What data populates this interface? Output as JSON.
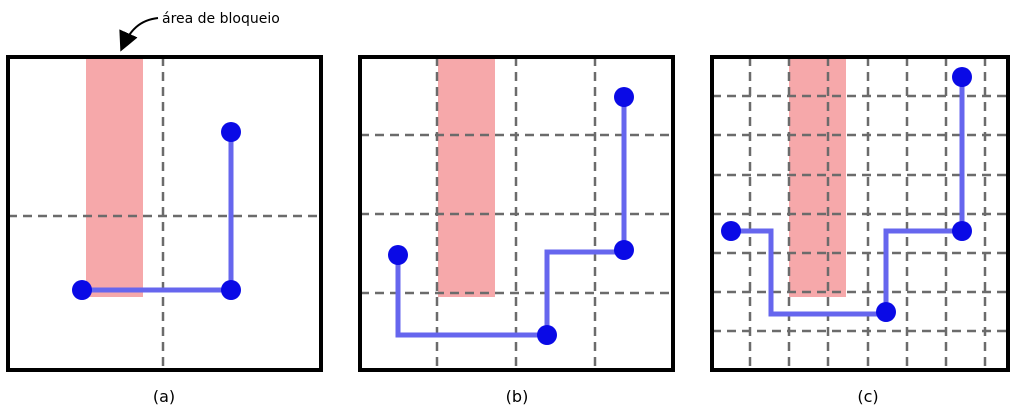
{
  "annotation": {
    "text": "área de bloqueio"
  },
  "colors": {
    "block": "#f6a8aa",
    "route": "#6666ee",
    "node": "#0a0ae6",
    "grid": "#6b6b6b",
    "frame": "#000000"
  },
  "panels": [
    {
      "label": "(a)"
    },
    {
      "label": "(b)"
    },
    {
      "label": "(c)"
    }
  ]
}
